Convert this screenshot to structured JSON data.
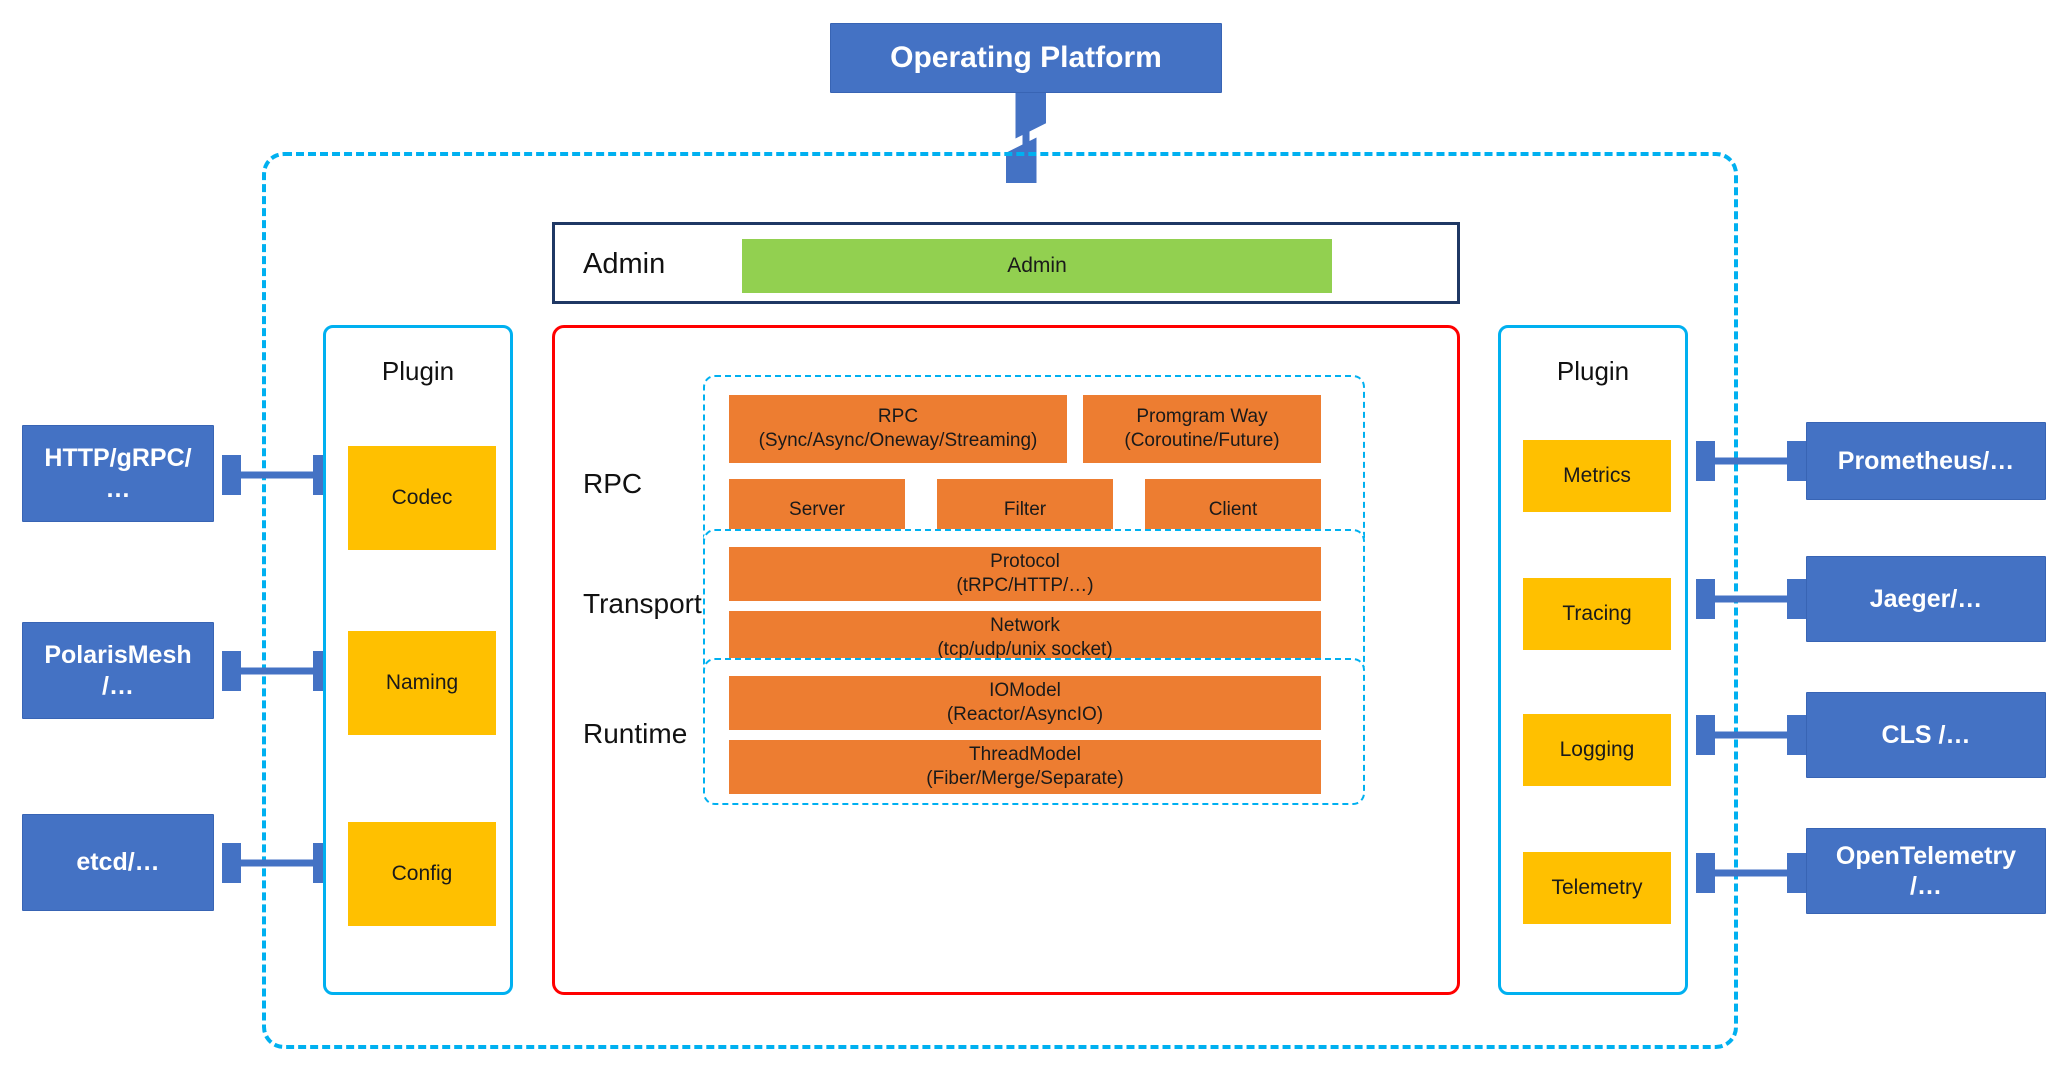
{
  "diagram": {
    "title_box": {
      "label": "Operating Platform"
    },
    "outer_boundary": {
      "name": "framework-boundary",
      "style": "dashed",
      "color": "#00B0F0"
    },
    "admin_row": {
      "row_label": "Admin",
      "bar_label": "Admin",
      "bar_color": "#92D050",
      "frame_color": "#1F3864"
    },
    "left_external": [
      {
        "label": "HTTP/gRPC/\n…"
      },
      {
        "label": "PolarisMesh\n/…"
      },
      {
        "label": "etcd/…"
      }
    ],
    "left_plugin": {
      "title": "Plugin",
      "items": [
        {
          "label": "Codec"
        },
        {
          "label": "Naming"
        },
        {
          "label": "Config"
        }
      ]
    },
    "right_plugin": {
      "title": "Plugin",
      "items": [
        {
          "label": "Metrics"
        },
        {
          "label": "Tracing"
        },
        {
          "label": "Logging"
        },
        {
          "label": "Telemetry"
        }
      ]
    },
    "right_external": [
      {
        "label": "Prometheus/…"
      },
      {
        "label": "Jaeger/…"
      },
      {
        "label": "CLS /…"
      },
      {
        "label": "OpenTelemetry\n/…"
      }
    ],
    "core": {
      "frame_color": "#FF0000",
      "sections": [
        {
          "label": "RPC",
          "blocks": [
            {
              "line1": "RPC",
              "line2": "(Sync/Async/Oneway/Streaming)"
            },
            {
              "line1": "Promgram Way",
              "line2": "(Coroutine/Future)"
            },
            {
              "line1": "Server",
              "line2": ""
            },
            {
              "line1": "Filter",
              "line2": ""
            },
            {
              "line1": "Client",
              "line2": ""
            }
          ]
        },
        {
          "label": "Transport",
          "blocks": [
            {
              "line1": "Protocol",
              "line2": "(tRPC/HTTP/…)"
            },
            {
              "line1": "Network",
              "line2": "(tcp/udp/unix socket)"
            }
          ]
        },
        {
          "label": "Runtime",
          "blocks": [
            {
              "line1": "IOModel",
              "line2": "(Reactor/AsyncIO)"
            },
            {
              "line1": "ThreadModel",
              "line2": "(Fiber/Merge/Separate)"
            }
          ]
        }
      ]
    },
    "colors": {
      "blue": "#4472C4",
      "orange": "#ED7D31",
      "yellow": "#FFC000",
      "green": "#92D050",
      "cyan": "#00B0F0",
      "red": "#FF0000",
      "navy": "#1F3864",
      "arrow": "#4472C4"
    }
  }
}
